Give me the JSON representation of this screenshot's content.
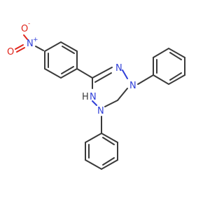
{
  "molecule": {
    "atoms": {
      "nitro_n": "N",
      "nitro_n_charge": "+",
      "nitro_o_minus": "O",
      "nitro_o_minus_charge": "-",
      "nitro_o_double": "O",
      "ring_n1": "N",
      "ring_n2": "N",
      "ring_n3": "N",
      "ring_nh": "N",
      "ring_nh_h": "H"
    },
    "colors": {
      "carbon_bond": "#3a3a3a",
      "nitrogen": "#2f3fd8",
      "oxygen": "#e0261c",
      "background": "#ffffff"
    }
  }
}
